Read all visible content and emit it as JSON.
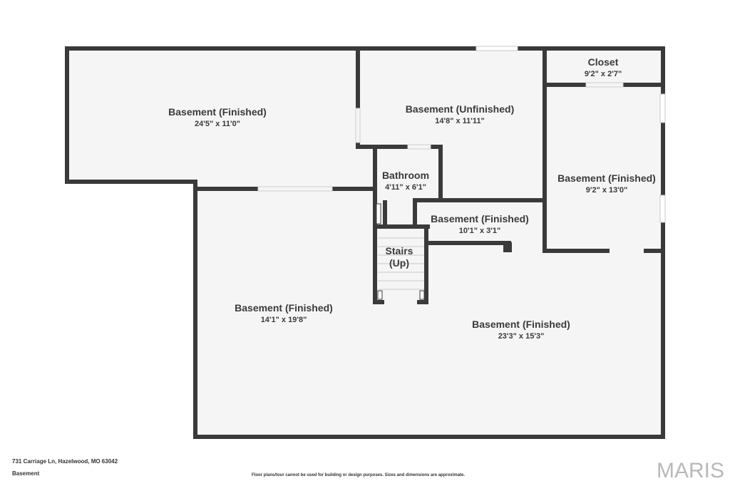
{
  "rooms": {
    "basement_top_left": {
      "name": "Basement (Finished)",
      "dims": "24'5\" x 11'0\""
    },
    "basement_unfinished": {
      "name": "Basement (Unfinished)",
      "dims": "14'8\" x 11'11\""
    },
    "closet": {
      "name": "Closet",
      "dims": "9'2\" x 2'7\""
    },
    "basement_right": {
      "name": "Basement (Finished)",
      "dims": "9'2\" x 13'0\""
    },
    "bathroom": {
      "name": "Bathroom",
      "dims": "4'11\" x 6'1\""
    },
    "basement_small": {
      "name": "Basement (Finished)",
      "dims": "10'1\" x 3'1\""
    },
    "stairs": {
      "line1": "Stairs",
      "line2": "(Up)"
    },
    "basement_left": {
      "name": "Basement (Finished)",
      "dims": "14'1\" x 19'8\""
    },
    "basement_bottom_right": {
      "name": "Basement (Finished)",
      "dims": "23'3\" x 15'3\""
    }
  },
  "footer": {
    "address": "731 Carriage Ln, Hazelwood, MO 63042",
    "level": "Basement",
    "disclaimer": "Floor plans/tour cannot be used for building or design purposes. Sizes and dimensions are approximate.",
    "logo": "MARIS"
  },
  "colors": {
    "wall": "#3a3a3a",
    "floor": "#f5f5f5",
    "logo": "#b9b9b9"
  }
}
